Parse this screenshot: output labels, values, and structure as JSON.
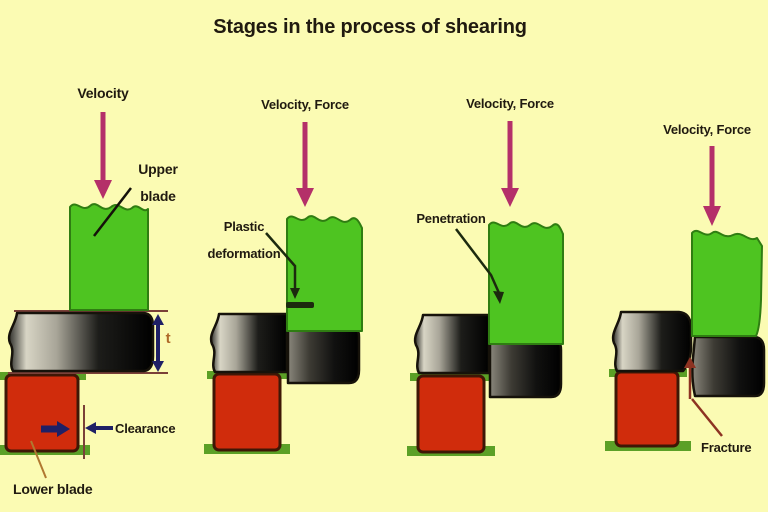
{
  "title": "Stages in the process of shearing",
  "colors": {
    "background": "#fbfbb3",
    "blade_green": "#4ec421",
    "blade_green_edge": "#2f7d12",
    "blade_red": "#d02c0c",
    "blade_red_edge": "#3f1706",
    "base_green": "#5ba026",
    "arrow_magenta": "#b43069",
    "arrow_navy": "#1f2066",
    "dimension_maroon": "#7a4038",
    "pointer_dark": "#1c2a0e",
    "pointer_tan": "#b07830",
    "arrow_fracture": "#8d3322",
    "text": "#201a10",
    "thickness_text": "#b06a28"
  },
  "stages": [
    {
      "id": "initial-contact",
      "force_label": "Velocity",
      "upper_blade_label": "Upper blade",
      "lower_blade_label": "Lower blade",
      "clearance_label": "Clearance",
      "thickness_label": "t"
    },
    {
      "id": "plastic-deformation",
      "force_label": "Velocity, Force",
      "annotation": "Plastic deformation"
    },
    {
      "id": "penetration",
      "force_label": "Velocity, Force",
      "annotation": "Penetration"
    },
    {
      "id": "fracture",
      "force_label": "Velocity, Force",
      "annotation": "Fracture"
    }
  ]
}
